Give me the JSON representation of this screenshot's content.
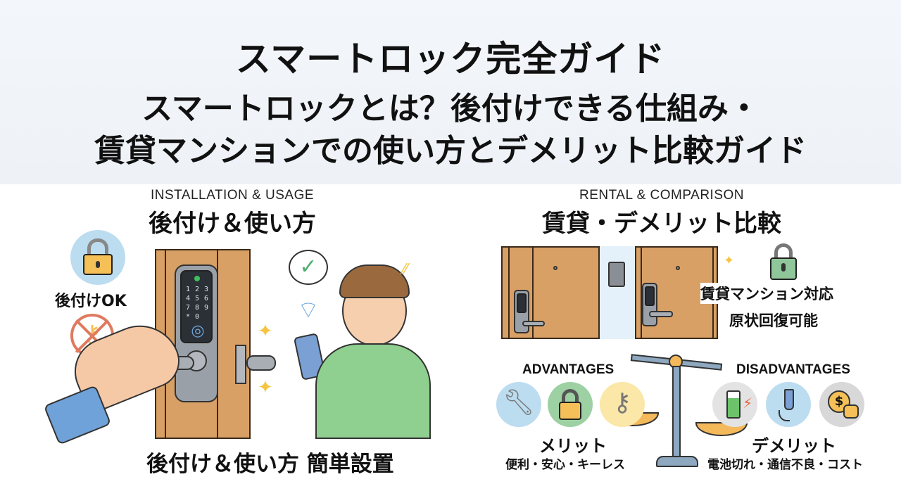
{
  "header": {
    "title": "スマートロック完全ガイド",
    "subtitle_line1": "スマートロックとは？後付けできる仕組み・",
    "subtitle_line2": "賃貸マンションでの使い方とデメリット比較ガイド"
  },
  "left_panel": {
    "label_en": "INSTALLATION & USAGE",
    "label_jp": "後付け＆使い方",
    "badge_ok": "後付けOK",
    "keypad_keys": [
      "1",
      "2",
      "3",
      "4",
      "5",
      "6",
      "7",
      "8",
      "9",
      "*",
      "0",
      ""
    ],
    "icons": [
      "padlock-icon",
      "no-key-icon",
      "smart-lock-icon",
      "fingerprint-icon",
      "checkmark-bubble-icon",
      "wifi-icon",
      "smartphone-icon",
      "sparkle-icon"
    ],
    "caption": "後付け＆使い方 簡単設置"
  },
  "right_panel": {
    "label_en": "RENTAL & COMPARISON",
    "label_jp": "賃貸・デメリット比較",
    "rental_line1": "賃貸マンション対応",
    "rental_line2": "原状回復可能",
    "advantages": {
      "label_en": "ADVANTAGES",
      "title": "メリット",
      "items": "便利・安心・キーレス",
      "icons": [
        "wrench-icon",
        "padlock-icon",
        "key-icon"
      ]
    },
    "disadvantages": {
      "label_en": "DISADVANTAGES",
      "title": "デメリット",
      "items": "電池切れ・通信不良・コスト",
      "icons": [
        "battery-icon",
        "usb-cable-icon",
        "coins-icon"
      ]
    }
  },
  "colors": {
    "door": "#d9a066",
    "lock_gold": "#f5c057",
    "lock_green": "#8fc79a",
    "circle_blue": "#bcdcf0",
    "circle_green": "#9dd1a4",
    "circle_yellow": "#fbe7a8",
    "circle_gray": "#d8d8d8",
    "shirt_green": "#8fcf8f",
    "sleeve_blue": "#6fa2d8",
    "no_sign_red": "#e07a5f",
    "scale_pan": "#f3b95a",
    "scale_steel": "#8ea8c0"
  }
}
